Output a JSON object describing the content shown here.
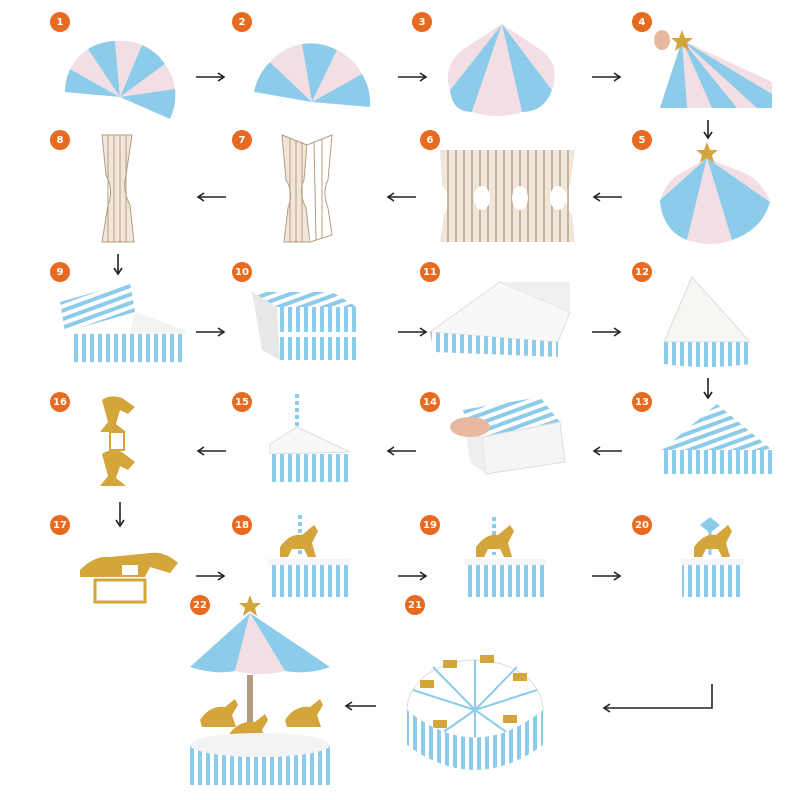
{
  "colors": {
    "blue": "#8ccbe9",
    "light_blue": "#bfe2f4",
    "pink": "#f3dfe3",
    "white": "#ffffff",
    "stripe_brown": "#b59c80",
    "gold": "#d4a53a",
    "badge": "#e66a1f"
  },
  "steps": [
    {
      "num": "1",
      "icon": "petal-canopy-icon"
    },
    {
      "num": "2",
      "icon": "folded-canopy-icon"
    },
    {
      "num": "3",
      "icon": "canopy-cone-icon"
    },
    {
      "num": "4",
      "icon": "star-topper-icon"
    },
    {
      "num": "5",
      "icon": "canopy-with-star-icon"
    },
    {
      "num": "6",
      "icon": "striped-column-strip-icon"
    },
    {
      "num": "7",
      "icon": "column-fold-icon"
    },
    {
      "num": "8",
      "icon": "column-upright-icon"
    },
    {
      "num": "9",
      "icon": "striped-box-flat-icon"
    },
    {
      "num": "10",
      "icon": "box-folding-icon"
    },
    {
      "num": "11",
      "icon": "open-tray-icon"
    },
    {
      "num": "12",
      "icon": "wedge-box-icon"
    },
    {
      "num": "13",
      "icon": "closed-wedge-box-icon"
    },
    {
      "num": "14",
      "icon": "hand-lid-icon"
    },
    {
      "num": "15",
      "icon": "box-with-straw-icon"
    },
    {
      "num": "16",
      "icon": "gold-horse-cutout-icon"
    },
    {
      "num": "17",
      "icon": "horse-folded-icon"
    },
    {
      "num": "18",
      "icon": "box-with-horse-icon"
    },
    {
      "num": "19",
      "icon": "horse-pole-icon"
    },
    {
      "num": "20",
      "icon": "horse-pinwheel-icon"
    },
    {
      "num": "21",
      "icon": "assembled-wedges-icon"
    },
    {
      "num": "22",
      "icon": "carousel-complete-icon"
    }
  ]
}
